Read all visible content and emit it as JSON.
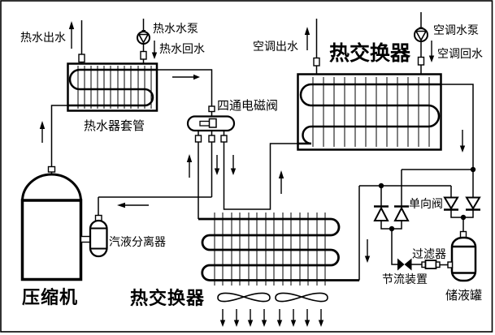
{
  "diagram": {
    "type": "heat-pump-hvac-schematic",
    "colors": {
      "line": "#000000",
      "background": "#ffffff"
    },
    "icons": {
      "pump": "circle-with-triangle",
      "check_valve": "triangle-with-seat-bar",
      "fan": "crossed-loops",
      "junction": "filled-dot",
      "flow": "arrow"
    },
    "labels": {
      "hot_water_out": "热水出水",
      "hot_water_pump": "热水水泵",
      "hot_water_return": "热水回水",
      "water_heater_coil": "热水器套管",
      "four_way_valve": "四通电磁阀",
      "ac_water_out": "空调出水",
      "heat_exchanger_top": "热交换器",
      "ac_water_pump": "空调水泵",
      "ac_water_return": "空调回水",
      "compressor": "压缩机",
      "gas_liquid_separator": "汽液分离器",
      "heat_exchanger_bottom": "热交换器",
      "check_valve": "单向阀",
      "filter": "过滤器",
      "throttle_device": "节流装置",
      "liquid_receiver": "储液罐"
    }
  }
}
